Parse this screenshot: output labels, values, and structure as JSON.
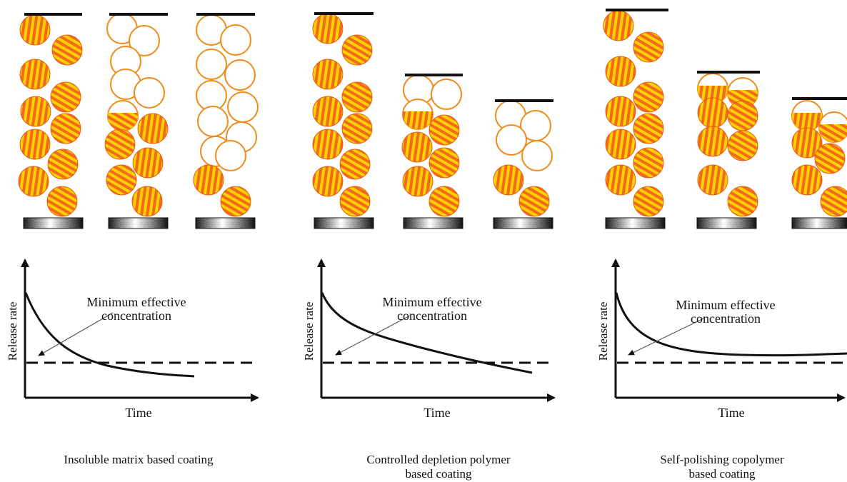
{
  "panels": [
    {
      "caption_line1": "Insoluble matrix based coating",
      "caption_line2": "",
      "ylabel": "Release rate",
      "xlabel": "Time",
      "annotation_line1": "Minimum effective",
      "annotation_line2": "concentration"
    },
    {
      "caption_line1": "Controlled depletion polymer",
      "caption_line2": "based coating",
      "ylabel": "Release rate",
      "xlabel": "Time",
      "annotation_line1": "Minimum effective",
      "annotation_line2": "concentration"
    },
    {
      "caption_line1": "Self-polishing copolymer",
      "caption_line2": "based coating",
      "ylabel": "Release rate",
      "xlabel": "Time",
      "annotation_line1": "Minimum effective",
      "annotation_line2": "concentration"
    }
  ],
  "colors": {
    "particle_fill": "#f26a1b",
    "particle_stripe": "#ffd200",
    "empty_outline": "#f08a1a",
    "axis": "#111111"
  }
}
